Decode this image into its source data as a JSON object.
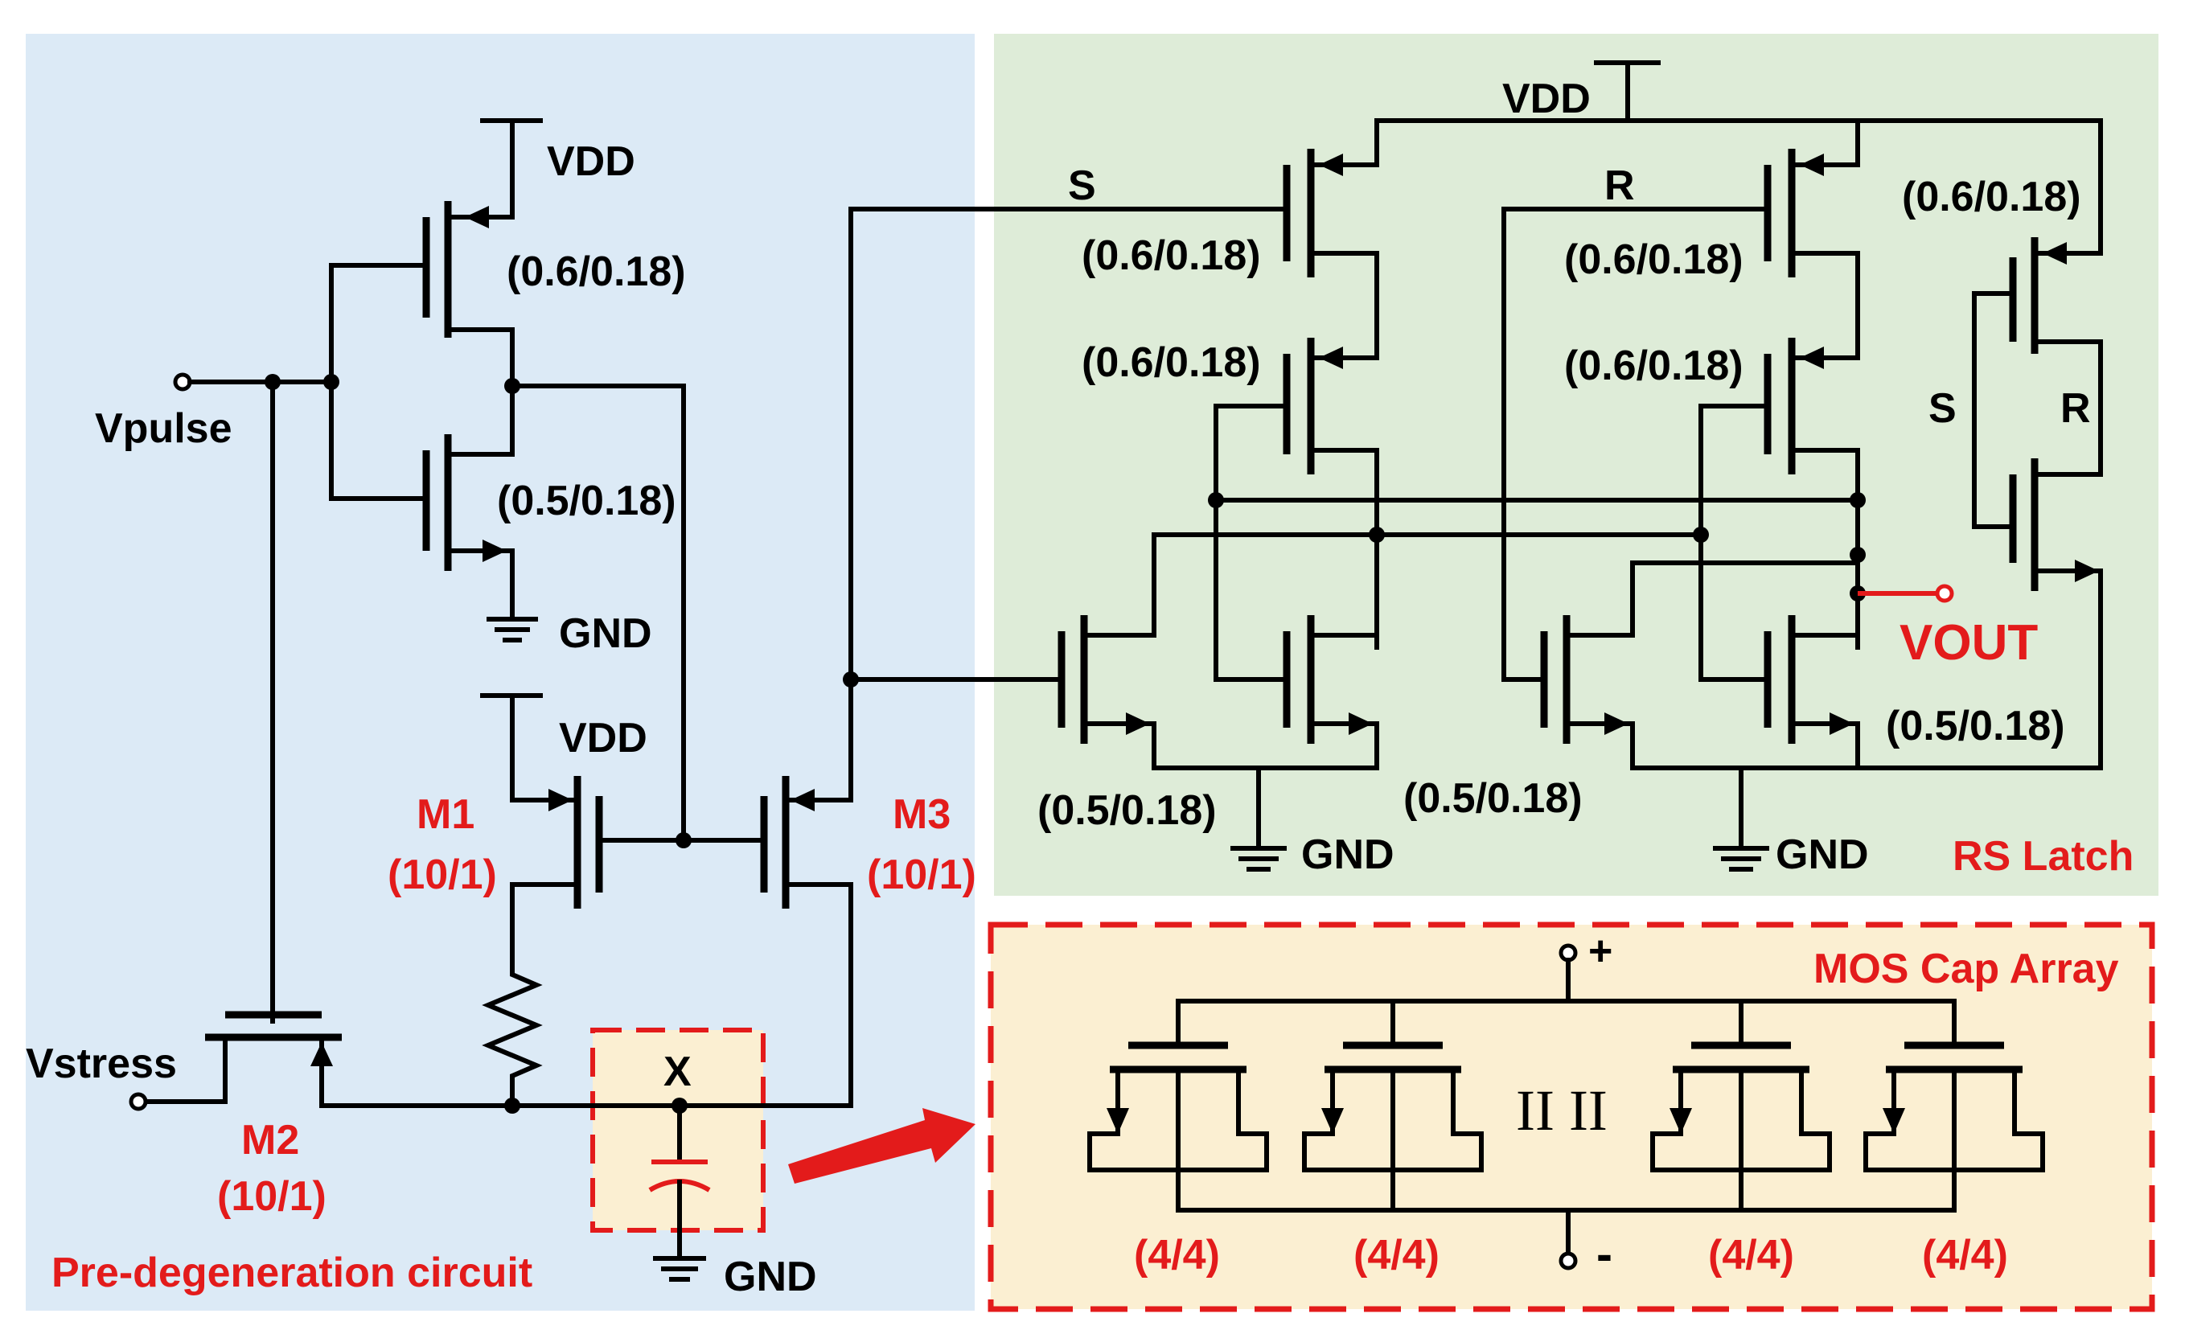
{
  "panels": {
    "pre_degeneration": {
      "title": "Pre-degeneration circuit",
      "bg": "#dceaf6"
    },
    "rs_latch": {
      "title": "RS Latch",
      "bg": "#deecd8"
    },
    "mos_cap": {
      "title": "MOS Cap Array",
      "bg": "#fbefd2",
      "border": "#e31b1b"
    }
  },
  "left": {
    "vpulse": "Vpulse",
    "vstress": "Vstress",
    "vdd_top": "VDD",
    "vdd_mid": "VDD",
    "gnd_top": "GND",
    "gnd_bottom": "GND",
    "size_pmos": "(0.6/0.18)",
    "size_nmos": "(0.5/0.18)",
    "m1_name": "M1",
    "m1_size": "(10/1)",
    "m2_name": "M2",
    "m2_size": "(10/1)",
    "m3_name": "M3",
    "m3_size": "(10/1)",
    "node_x": "X"
  },
  "latch": {
    "vdd": "VDD",
    "s_top": "S",
    "r_top": "R",
    "s_side": "S",
    "r_side": "R",
    "size_p1": "(0.6/0.18)",
    "size_p2": "(0.6/0.18)",
    "size_p3": "(0.6/0.18)",
    "size_p4": "(0.6/0.18)",
    "size_p5": "(0.6/0.18)",
    "size_n1": "(0.5/0.18)",
    "size_n2": "(0.5/0.18)",
    "size_n3": "(0.5/0.18)",
    "gnd1": "GND",
    "gnd2": "GND",
    "vout": "VOUT"
  },
  "cap": {
    "plus": "+",
    "minus": "-",
    "ellipsis": "II II",
    "sizes": [
      "(4/4)",
      "(4/4)",
      "(4/4)",
      "(4/4)"
    ]
  },
  "colors": {
    "accent": "#e31b1b",
    "wire": "#000000"
  }
}
